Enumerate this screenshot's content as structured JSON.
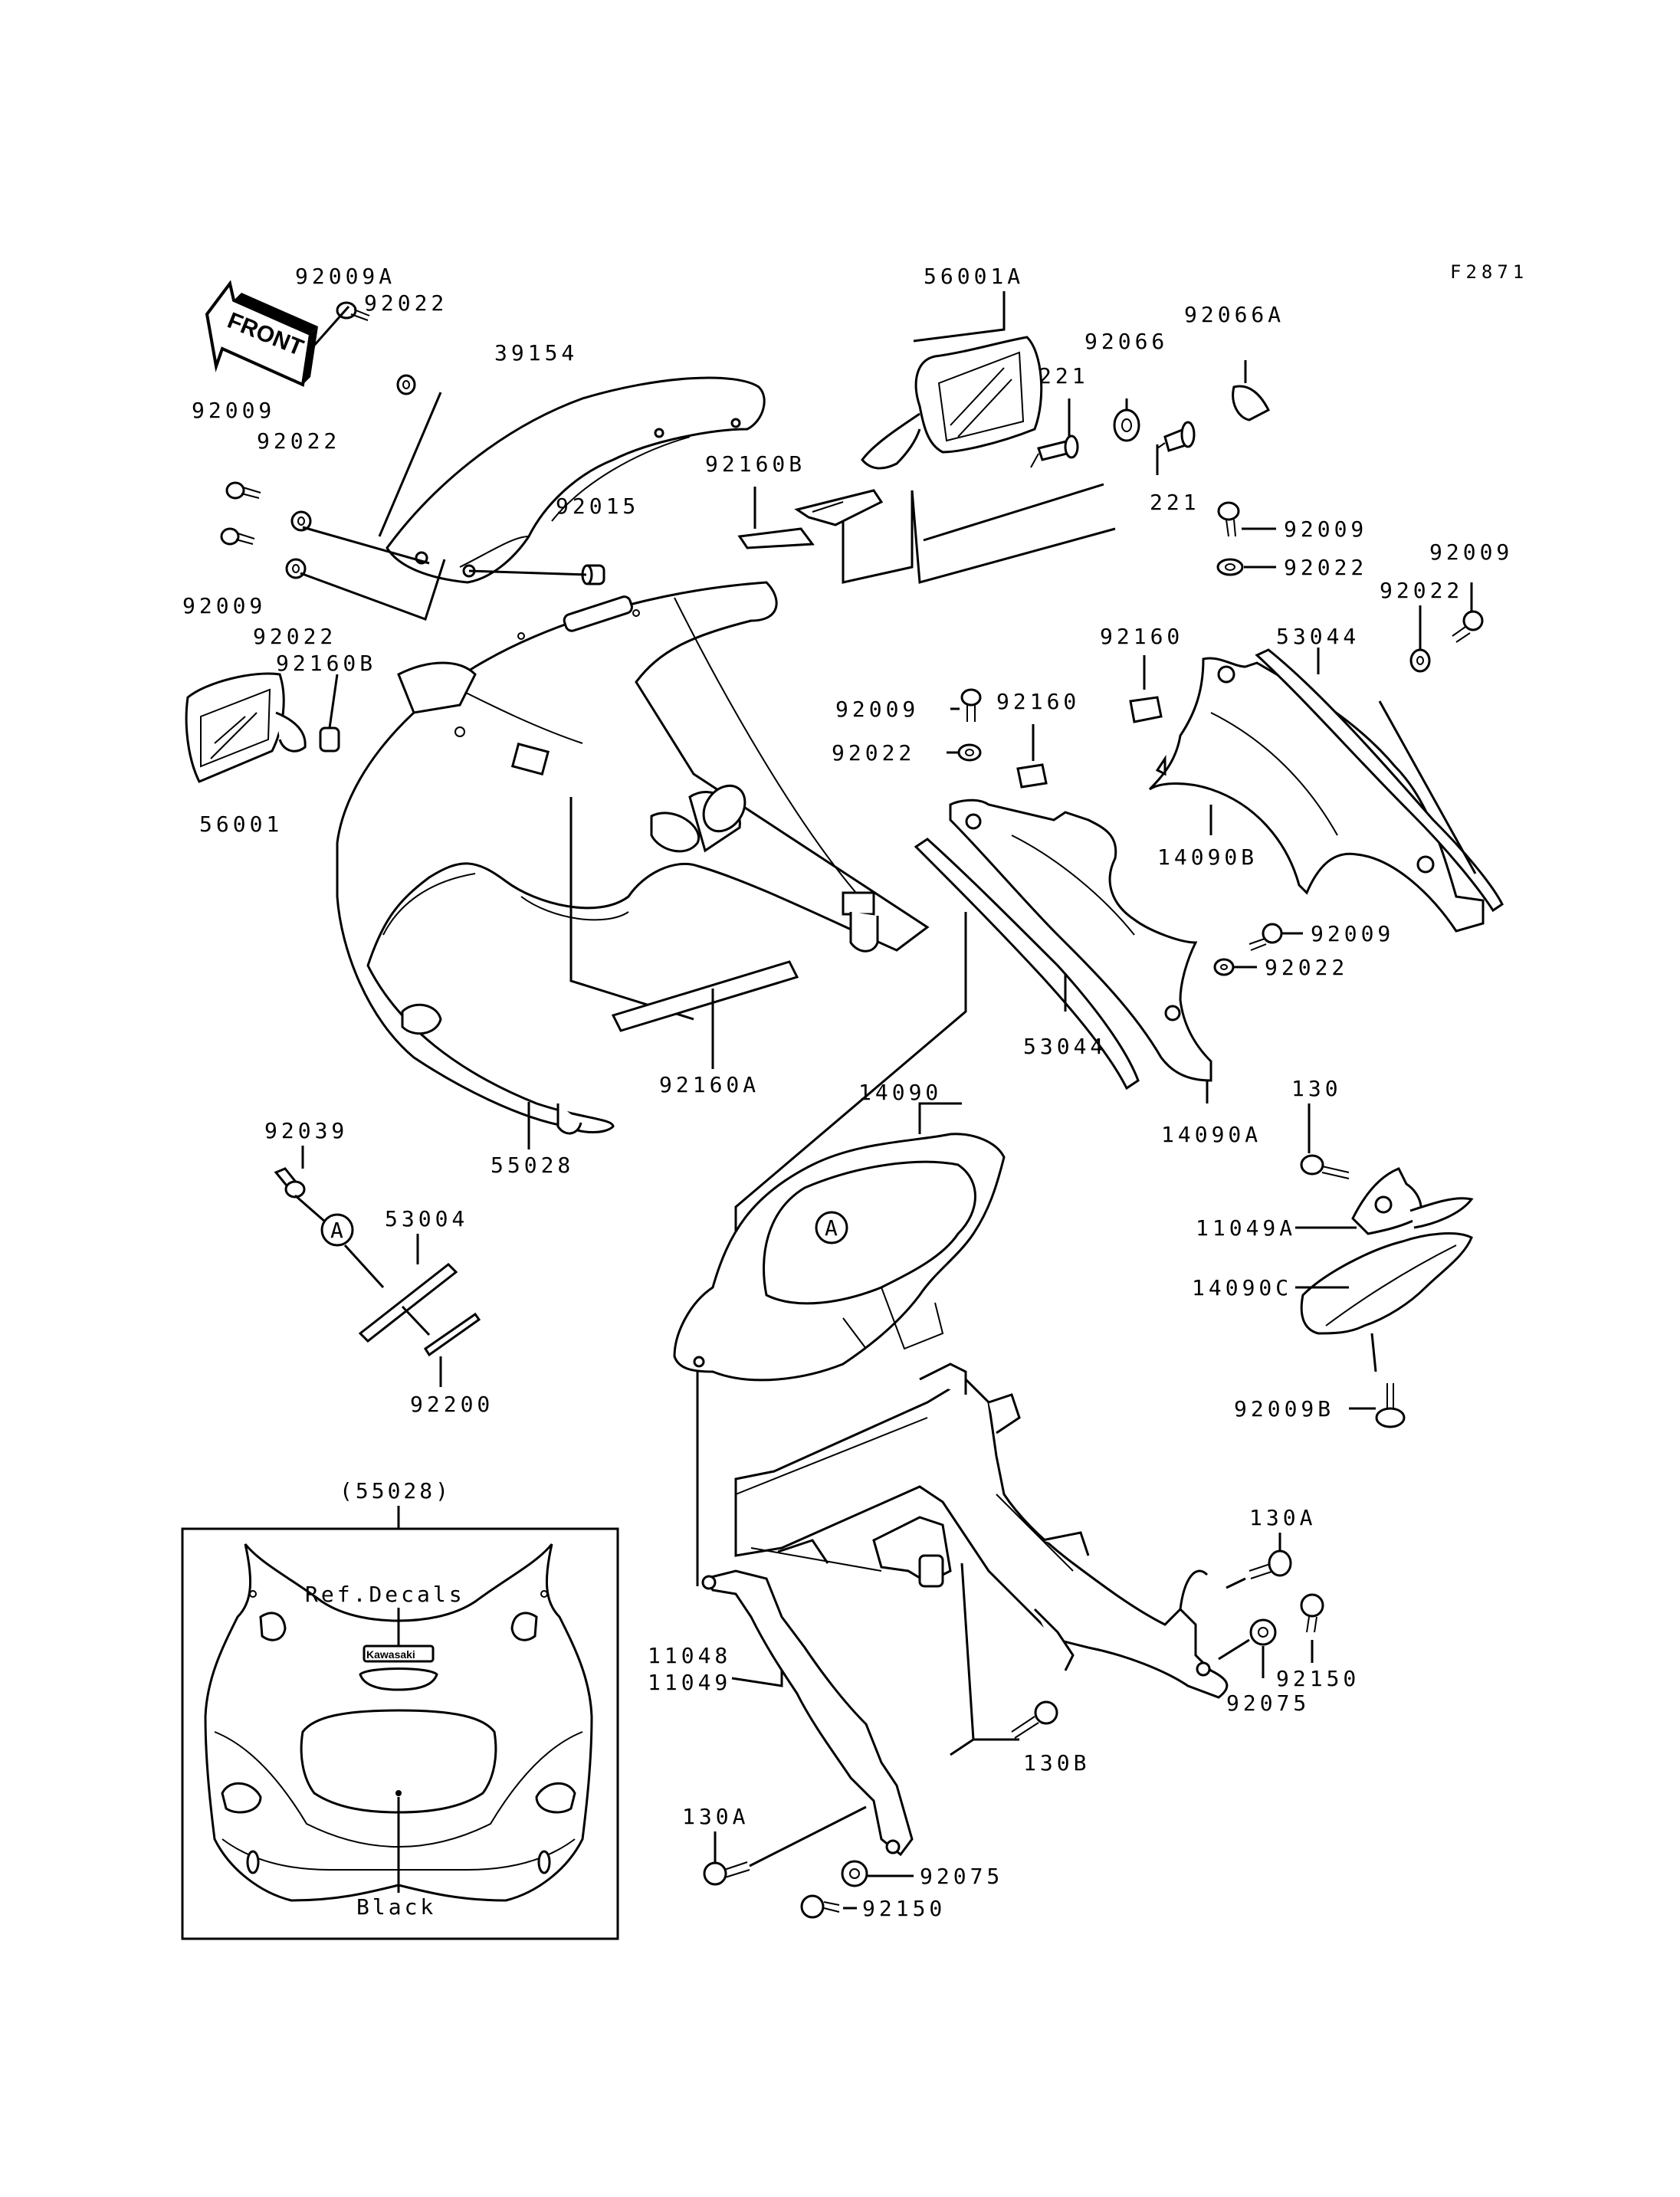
{
  "figure_code": "F2871",
  "front_arrow": {
    "text": "FRONT"
  },
  "labels": {
    "p92009A": "92009A",
    "p92022_a": "92022",
    "p39154": "39154",
    "p92009_a": "92009",
    "p92022_b": "92022",
    "p92015": "92015",
    "p92009_b": "92009",
    "p92022_c": "92022",
    "p92160B_a": "92160B",
    "p56001": "56001",
    "p56001A": "56001A",
    "p92066": "92066",
    "p92066A": "92066A",
    "p221_a": "221",
    "p221_b": "221",
    "p92160B_b": "92160B",
    "p92009_c": "92009",
    "p92022_d": "92022",
    "p92009_d": "92009",
    "p92022_e": "92022",
    "p92160_a": "92160",
    "p53044_a": "53044",
    "p92009_e": "92009",
    "p92160_b": "92160",
    "p92022_f": "92022",
    "p14090B": "14090B",
    "p92009_f": "92009",
    "p92022_g": "92022",
    "p53044_b": "53044",
    "p14090A": "14090A",
    "p92160A": "92160A",
    "p55028": "55028",
    "p14090": "14090",
    "p130": "130",
    "p11049A": "11049A",
    "p14090C": "14090C",
    "p92009B": "92009B",
    "p92039": "92039",
    "p53004": "53004",
    "p92200": "92200",
    "p130A_a": "130A",
    "p92150_a": "92150",
    "p92075_a": "92075",
    "p11048": "11048",
    "p11049": "11049",
    "p130B": "130B",
    "p130A_b": "130A",
    "p92075_b": "92075",
    "p92150_b": "92150"
  },
  "callouts": {
    "a1": "A",
    "a2": "A"
  },
  "inset": {
    "title": "(55028)",
    "ref_decals": "Ref.Decals",
    "black": "Black",
    "logo_text": "Kawasaki"
  }
}
